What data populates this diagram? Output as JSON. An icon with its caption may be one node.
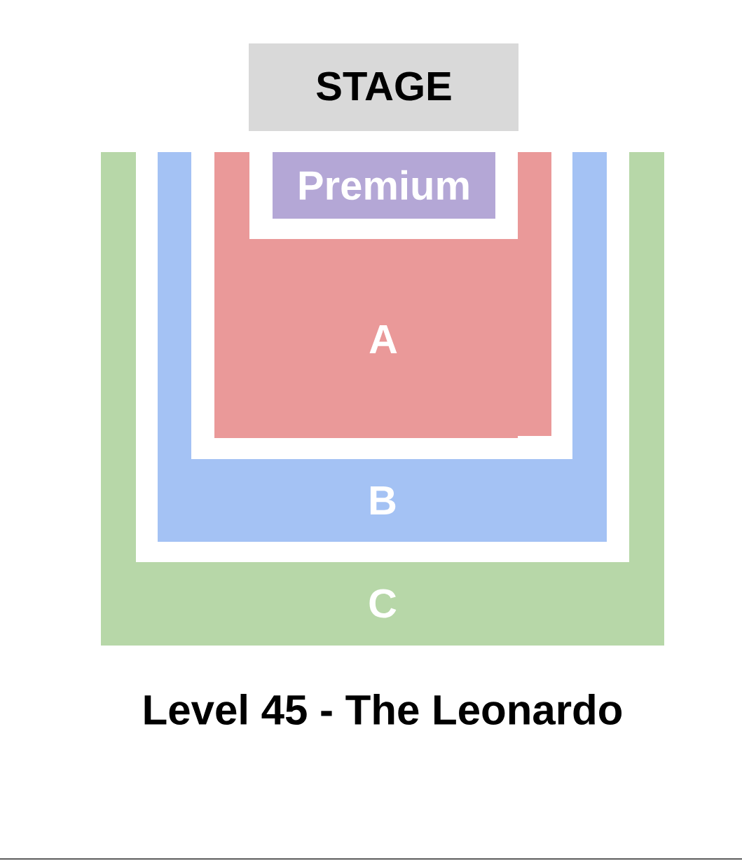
{
  "diagram": {
    "title": "Level 45 - The Leonardo",
    "nodes": [
      {
        "text": [
          "STAGE"
        ]
      },
      {
        "text": [
          "Premium"
        ]
      },
      {
        "text": [
          "A"
        ]
      },
      {
        "text": [
          "B"
        ]
      },
      {
        "text": [
          "C"
        ]
      }
    ]
  }
}
